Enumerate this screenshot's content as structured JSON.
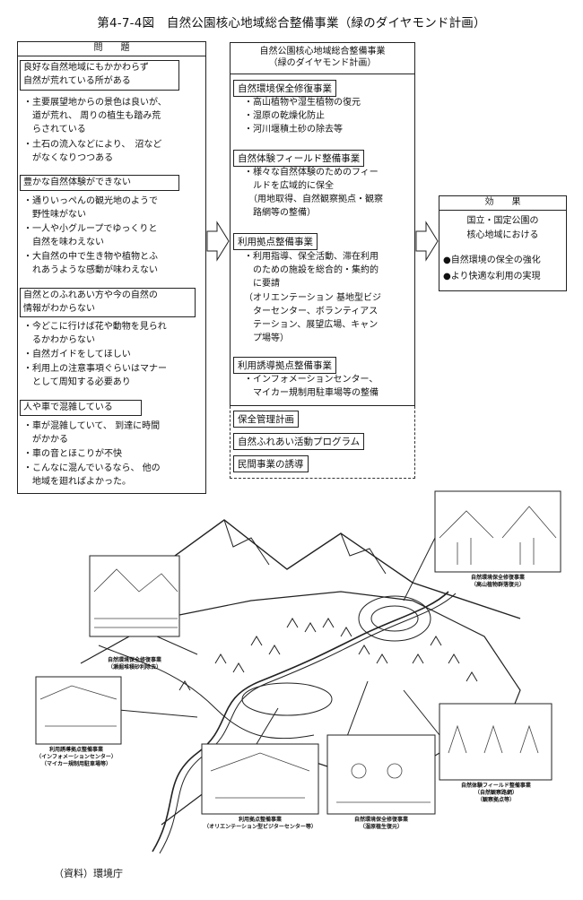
{
  "title": "第4-7-4図　自然公園核心地域総合整備事業（緑のダイヤモンド計画）",
  "problems": {
    "header": "問　　題",
    "sections": [
      {
        "heading_lines": [
          "良好な自然地域にもかかわらず",
          "自然が荒れている所がある"
        ],
        "bullets": [
          [
            "・主要展望地からの景色は良いが、",
            "　道が荒れ、 周りの植生も踏み荒",
            "　らされている"
          ],
          [
            "・土石の流入などにより、　沼など",
            "　がなくなりつつある"
          ]
        ]
      },
      {
        "heading_lines": [
          "豊かな自然体験ができない"
        ],
        "bullets": [
          [
            "・通りいっぺんの観光地のようで",
            "　野性味がない"
          ],
          [
            "・一人や小グループでゆっくりと",
            "　自然を味わえない"
          ],
          [
            "・大自然の中で生き物や植物とふ",
            "　れあうような感動が味わえない"
          ]
        ]
      },
      {
        "heading_lines": [
          "自然とのふれあい方や今の自然の",
          "情報がわからない"
        ],
        "bullets": [
          [
            "・今どこに行けば花や動物を見られ",
            "　るかわからない"
          ],
          [
            "・自然ガイドをしてほしい"
          ],
          [
            "・利用上の注意事項ぐらいはマナー",
            "　として周知する必要あり"
          ]
        ]
      },
      {
        "heading_lines": [
          "人や車で混雑している"
        ],
        "bullets": [
          [
            "・車が混雑していて、 到達に時間",
            "　がかかる"
          ],
          [
            "・車の音とほこりが不快"
          ],
          [
            "・こんなに混んでいるなら、 他の",
            "　地域を廻ればよかった。"
          ]
        ]
      }
    ]
  },
  "projects": {
    "header_lines": [
      "自然公園核心地域総合整備事業",
      "（緑のダイヤモンド計画）"
    ],
    "sections": [
      {
        "heading": "自然環境保全修復事業",
        "lines": [
          "・高山植物や湿生植物の復元",
          "・湿原の乾燥化防止",
          "・河川堰積土砂の除去等"
        ]
      },
      {
        "heading": "自然体験フィールド整備事業",
        "lines": [
          "・様々な自然体験のためのフィー",
          "　ルドを広域的に保全",
          "　（用地取得、自然観察拠点・観察",
          "　路網等の整備）"
        ]
      },
      {
        "heading": "利用拠点整備事業",
        "lines": [
          "・利用指導、保全活動、滞在利用",
          "　のための施設を総合的・集約的",
          "　に要請",
          "（オリエンテーション 基地型ビジ",
          "　ターセンター、ボランティアス",
          "　テーション、展望広場、キャン",
          "　プ場等）"
        ]
      },
      {
        "heading": "利用誘導拠点整備事業",
        "lines": [
          "・インフォメーションセンター、",
          "　マイカー規制用駐車場等の整備"
        ]
      }
    ],
    "extras": [
      "保全管理計画",
      "自然ふれあい活動プログラム",
      "民間事業の誘導"
    ]
  },
  "effects": {
    "header": "効　　果",
    "intro_lines": [
      "国立・国定公園の",
      "核心地域における"
    ],
    "items": [
      "●自然環境の保全の強化",
      "●より快適な利用の実現"
    ]
  },
  "illustration": {
    "captions": [
      [
        "自然環境保全修復事業",
        "（高山植物群落復元）"
      ],
      [
        "自然環境保全修復事業",
        "（瀬掘堆積砂利除去）"
      ],
      [
        "利用誘導拠点整備事業",
        "（インフォメーションセンター）",
        "（マイカー規制用駐車場等）"
      ],
      [
        "自然体験フィールド整備事業",
        "（自然観察路網）",
        "（観察拠点等）"
      ],
      [
        "利用拠点整備事業",
        "（オリエンテーション型ビジターセンター等）"
      ],
      [
        "自然環境保全修復事業",
        "（湿原植生復元）"
      ]
    ]
  },
  "source": "（資料）環境庁"
}
